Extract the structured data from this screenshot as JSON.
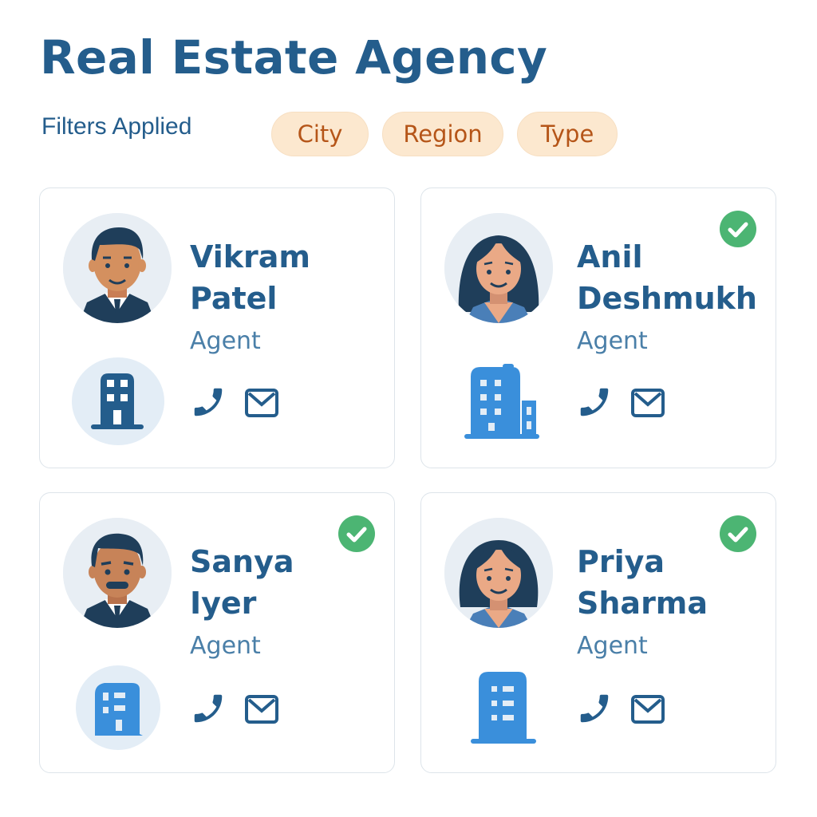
{
  "header": {
    "title": "Real Estate Agency",
    "filters_label": "Filters Applied",
    "filters": [
      "City",
      "Region",
      "Type"
    ]
  },
  "colors": {
    "primary": "#245d8c",
    "chip_bg": "#fce8cf",
    "chip_text": "#b55518",
    "verified": "#4cb573",
    "building_light": "#3a8fdb"
  },
  "agents": [
    {
      "first": "Vikram",
      "last": "Patel",
      "role": "Agent",
      "verified": false,
      "avatar_icon": "male-avatar-icon",
      "building_icon": "office-building-icon"
    },
    {
      "first": "Anil",
      "last": "Deshmukh",
      "role": "Agent",
      "verified": true,
      "avatar_icon": "female-avatar-icon",
      "building_icon": "city-buildings-icon"
    },
    {
      "first": "Sanya",
      "last": "Iyer",
      "role": "Agent",
      "verified": true,
      "avatar_icon": "male-mustache-avatar-icon",
      "building_icon": "office-building-icon"
    },
    {
      "first": "Priya",
      "last": "Sharma",
      "role": "Agent",
      "verified": true,
      "avatar_icon": "female-avatar-icon",
      "building_icon": "office-building-icon"
    }
  ]
}
